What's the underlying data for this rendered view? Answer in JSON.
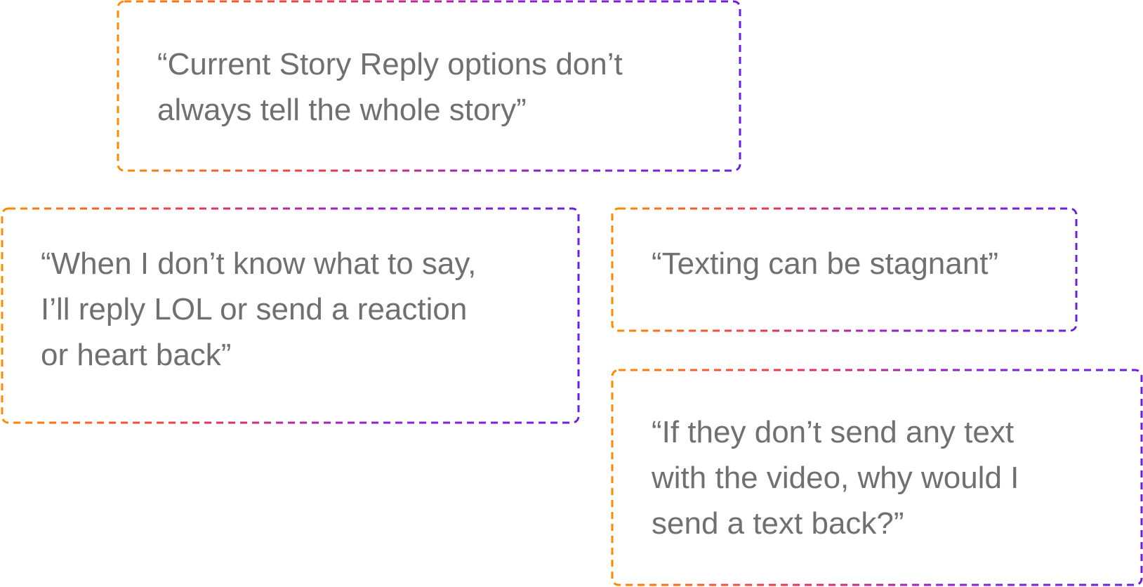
{
  "quotes": [
    {
      "lines": [
        "“Current Story Reply options don’t",
        "always tell the whole story”"
      ]
    },
    {
      "lines": [
        "“When I don’t know what to say,",
        "I’ll reply LOL or send a reaction",
        "or heart back”"
      ]
    },
    {
      "lines": [
        "“Texting can be stagnant”"
      ]
    },
    {
      "lines": [
        "“If they don’t send any text",
        "with the video, why would I",
        "send a text back?”"
      ]
    }
  ],
  "colors": {
    "text": "#707070",
    "border_start": "#ff8a00",
    "border_mid": "#e8374f",
    "border_end": "#6b1fe0",
    "background": "#ffffff"
  }
}
